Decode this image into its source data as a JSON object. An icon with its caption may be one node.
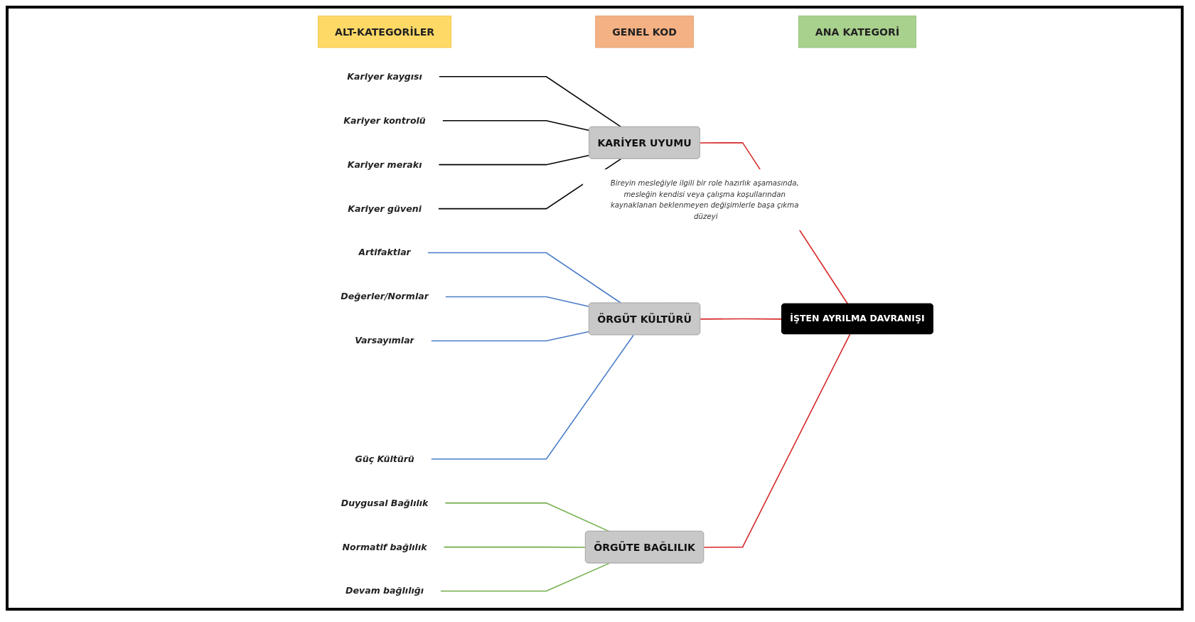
{
  "diagram": {
    "nodes": [
      {
        "text": [
          "ALT-KATEGORİLER"
        ]
      },
      {
        "text": [
          "GENEL KOD"
        ]
      },
      {
        "text": [
          "ANA KATEGORİ"
        ]
      },
      {
        "text": [
          "Kariyer kaygısı"
        ]
      },
      {
        "text": [
          "Kariyer kontrolü"
        ]
      },
      {
        "text": [
          "Kariyer merakı"
        ]
      },
      {
        "text": [
          "Kariyer güveni"
        ]
      },
      {
        "text": [
          "KARİYER UYUMU"
        ],
        "beside": [
          "Bireyin mesleğiyle ilgili bir role hazırlık aşamasında, mesleğin kendisi veya çalışma koşullarından kaynaklanan beklenmeyen değişimlerle başa çıkma düzeyi"
        ]
      },
      {
        "text": [
          "Artifaktlar"
        ]
      },
      {
        "text": [
          "Değerler/Normlar"
        ]
      },
      {
        "text": [
          "Varsayımlar"
        ]
      },
      {
        "text": [
          "Güç Kültürü"
        ]
      },
      {
        "text": [
          "ÖRGÜT KÜLTÜRÜ"
        ]
      },
      {
        "text": [
          "Duygusal Bağlılık"
        ]
      },
      {
        "text": [
          "Normatif bağlılık"
        ]
      },
      {
        "text": [
          "Devam bağlılığı"
        ]
      },
      {
        "text": [
          "ÖRGÜTE BAĞLILIK"
        ]
      },
      {
        "text": [
          "İŞTEN AYRILMA DAVRANIŞI"
        ]
      }
    ],
    "edges": [
      {
        "from": 3,
        "to": 7,
        "arrow": "none",
        "color": "#000000"
      },
      {
        "from": 4,
        "to": 7,
        "arrow": "none",
        "color": "#000000"
      },
      {
        "from": 5,
        "to": 7,
        "arrow": "none",
        "color": "#000000"
      },
      {
        "from": 6,
        "to": 7,
        "arrow": "none",
        "color": "#000000"
      },
      {
        "from": 8,
        "to": 12,
        "arrow": "none",
        "color": "#4a7cc9"
      },
      {
        "from": 9,
        "to": 12,
        "arrow": "none",
        "color": "#4a7cc9"
      },
      {
        "from": 10,
        "to": 12,
        "arrow": "none",
        "color": "#4a7cc9"
      },
      {
        "from": 11,
        "to": 12,
        "arrow": "none",
        "color": "#4a7cc9"
      },
      {
        "from": 13,
        "to": 16,
        "arrow": "none",
        "color": "#70ad47"
      },
      {
        "from": 14,
        "to": 16,
        "arrow": "none",
        "color": "#70ad47"
      },
      {
        "from": 15,
        "to": 16,
        "arrow": "none",
        "color": "#70ad47"
      },
      {
        "from": 7,
        "to": 17,
        "arrow": "none",
        "color": "#d62728"
      },
      {
        "from": 12,
        "to": 17,
        "arrow": "none",
        "color": "#d62728"
      },
      {
        "from": 16,
        "to": 17,
        "arrow": "none",
        "color": "#d62728"
      }
    ]
  }
}
